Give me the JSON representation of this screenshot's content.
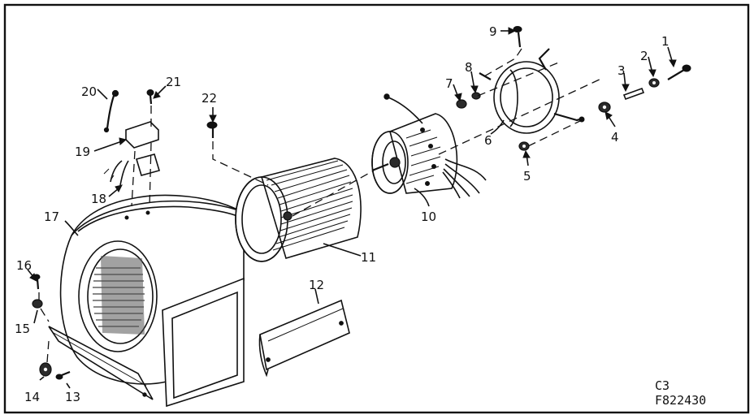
{
  "diagram": {
    "callouts": [
      {
        "id": "c1",
        "text": "1"
      },
      {
        "id": "c2",
        "text": "2"
      },
      {
        "id": "c3",
        "text": "3"
      },
      {
        "id": "c4",
        "text": "4"
      },
      {
        "id": "c5",
        "text": "5"
      },
      {
        "id": "c6",
        "text": "6"
      },
      {
        "id": "c7",
        "text": "7"
      },
      {
        "id": "c8",
        "text": "8"
      },
      {
        "id": "c9",
        "text": "9"
      },
      {
        "id": "c10",
        "text": "10"
      },
      {
        "id": "c11",
        "text": "11"
      },
      {
        "id": "c12",
        "text": "12"
      },
      {
        "id": "c13",
        "text": "13"
      },
      {
        "id": "c14",
        "text": "14"
      },
      {
        "id": "c15",
        "text": "15"
      },
      {
        "id": "c16",
        "text": "16"
      },
      {
        "id": "c17",
        "text": "17"
      },
      {
        "id": "c18",
        "text": "18"
      },
      {
        "id": "c19",
        "text": "19"
      },
      {
        "id": "c20",
        "text": "20"
      },
      {
        "id": "c21",
        "text": "21"
      },
      {
        "id": "c22",
        "text": "22"
      }
    ],
    "section_code": "C3",
    "figure_number": "F822430"
  }
}
